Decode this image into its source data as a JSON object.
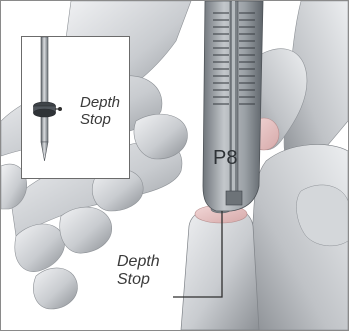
{
  "labels": {
    "inset_depth_stop": "Depth Stop",
    "main_depth_stop": "Depth Stop",
    "instrument_marking": "P8"
  },
  "colors": {
    "bone_light": "#e6e8eb",
    "bone_mid": "#b9bcc0",
    "bone_shadow": "#7e8287",
    "instrument_steel": "#9ea3a8",
    "instrument_dark": "#4e5358",
    "cartilage_pink": "#e7c6c6",
    "leader_line": "#2f2f2f"
  }
}
